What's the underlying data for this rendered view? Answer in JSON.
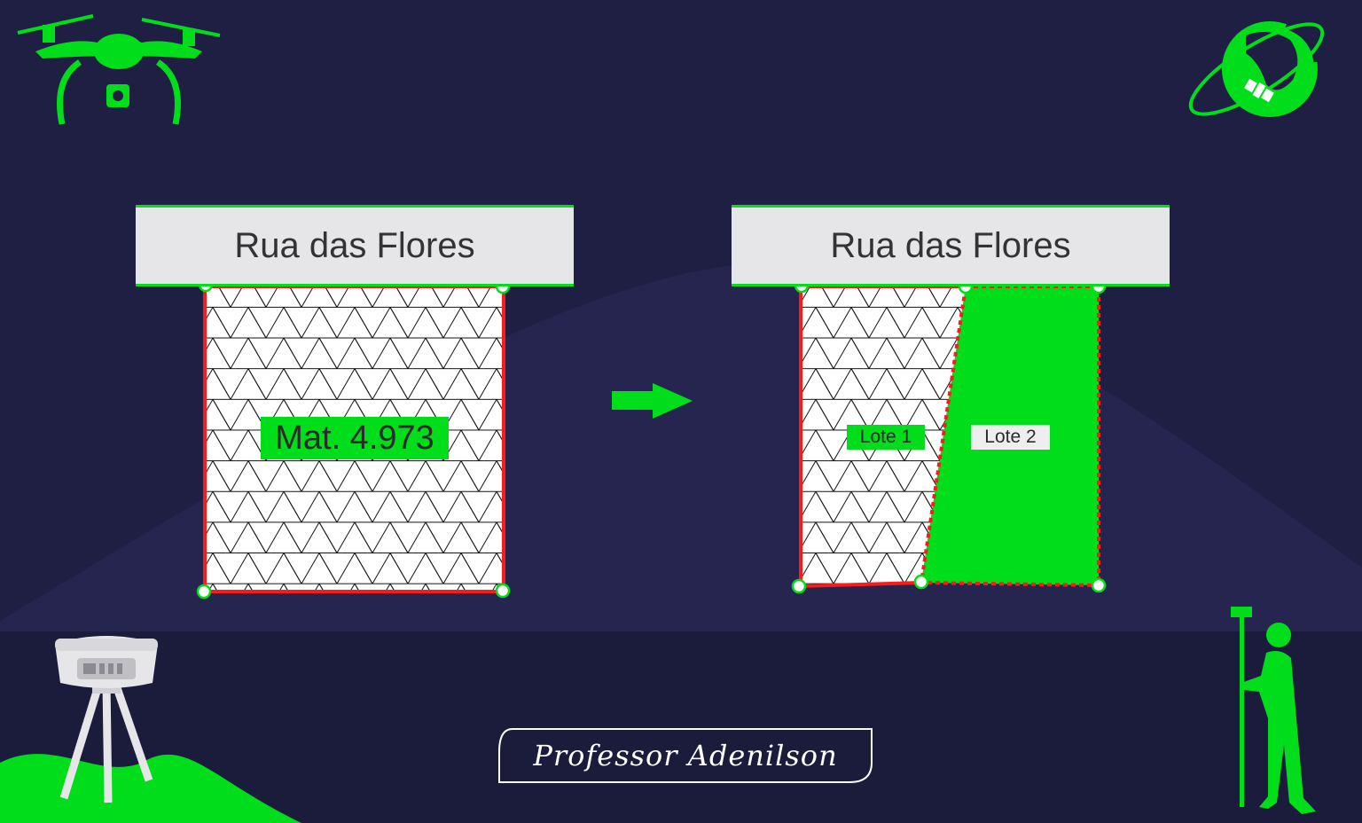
{
  "headers": {
    "left": "Rua das Flores",
    "right": "Rua das Flores"
  },
  "labels": {
    "matricula": "Mat. 4.973",
    "lote1": "Lote 1",
    "lote2": "Lote 2"
  },
  "signature": "Professor Adenilson",
  "icons": [
    "drone-icon",
    "globe-satellite-icon",
    "gnss-receiver-tripod-icon",
    "surveyor-silhouette-icon",
    "right-arrow-icon"
  ],
  "colors": {
    "background": "#1f1f44",
    "accent_green": "#00dd1b",
    "boundary_red": "#ff1a1a",
    "header_gray": "#e6e6e9"
  }
}
